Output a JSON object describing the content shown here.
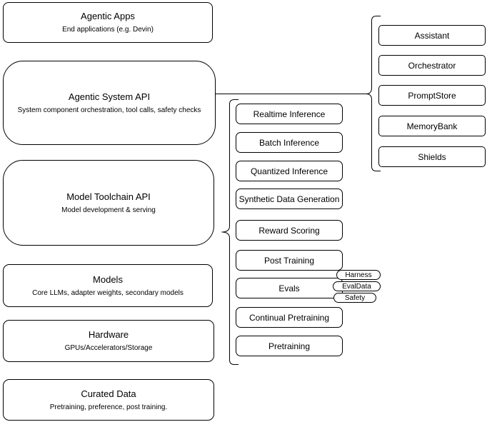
{
  "colors": {
    "stroke": "#000000",
    "background": "#ffffff",
    "text": "#000000"
  },
  "left_stack": [
    {
      "title": "Agentic Apps",
      "subtitle": "End applications (e.g. Devin)"
    },
    {
      "title": "Agentic System API",
      "subtitle": "System component orchestration, tool calls, safety checks"
    },
    {
      "title": "Model Toolchain API",
      "subtitle": "Model development & serving"
    },
    {
      "title": "Models",
      "subtitle": "Core LLMs, adapter weights, secondary models"
    },
    {
      "title": "Hardware",
      "subtitle": "GPUs/Accelerators/Storage"
    },
    {
      "title": "Curated Data",
      "subtitle": "Pretraining, preference, post training."
    }
  ],
  "toolchain_items": [
    "Realtime Inference",
    "Batch Inference",
    "Quantized Inference",
    "Synthetic Data Generation",
    "Reward Scoring",
    "Post Training",
    "Evals",
    "Continual Pretraining",
    "Pretraining"
  ],
  "evals_tags": [
    "Harness",
    "EvalData",
    "Safety"
  ],
  "system_components": [
    "Assistant",
    "Orchestrator",
    "PromptStore",
    "MemoryBank",
    "Shields"
  ]
}
